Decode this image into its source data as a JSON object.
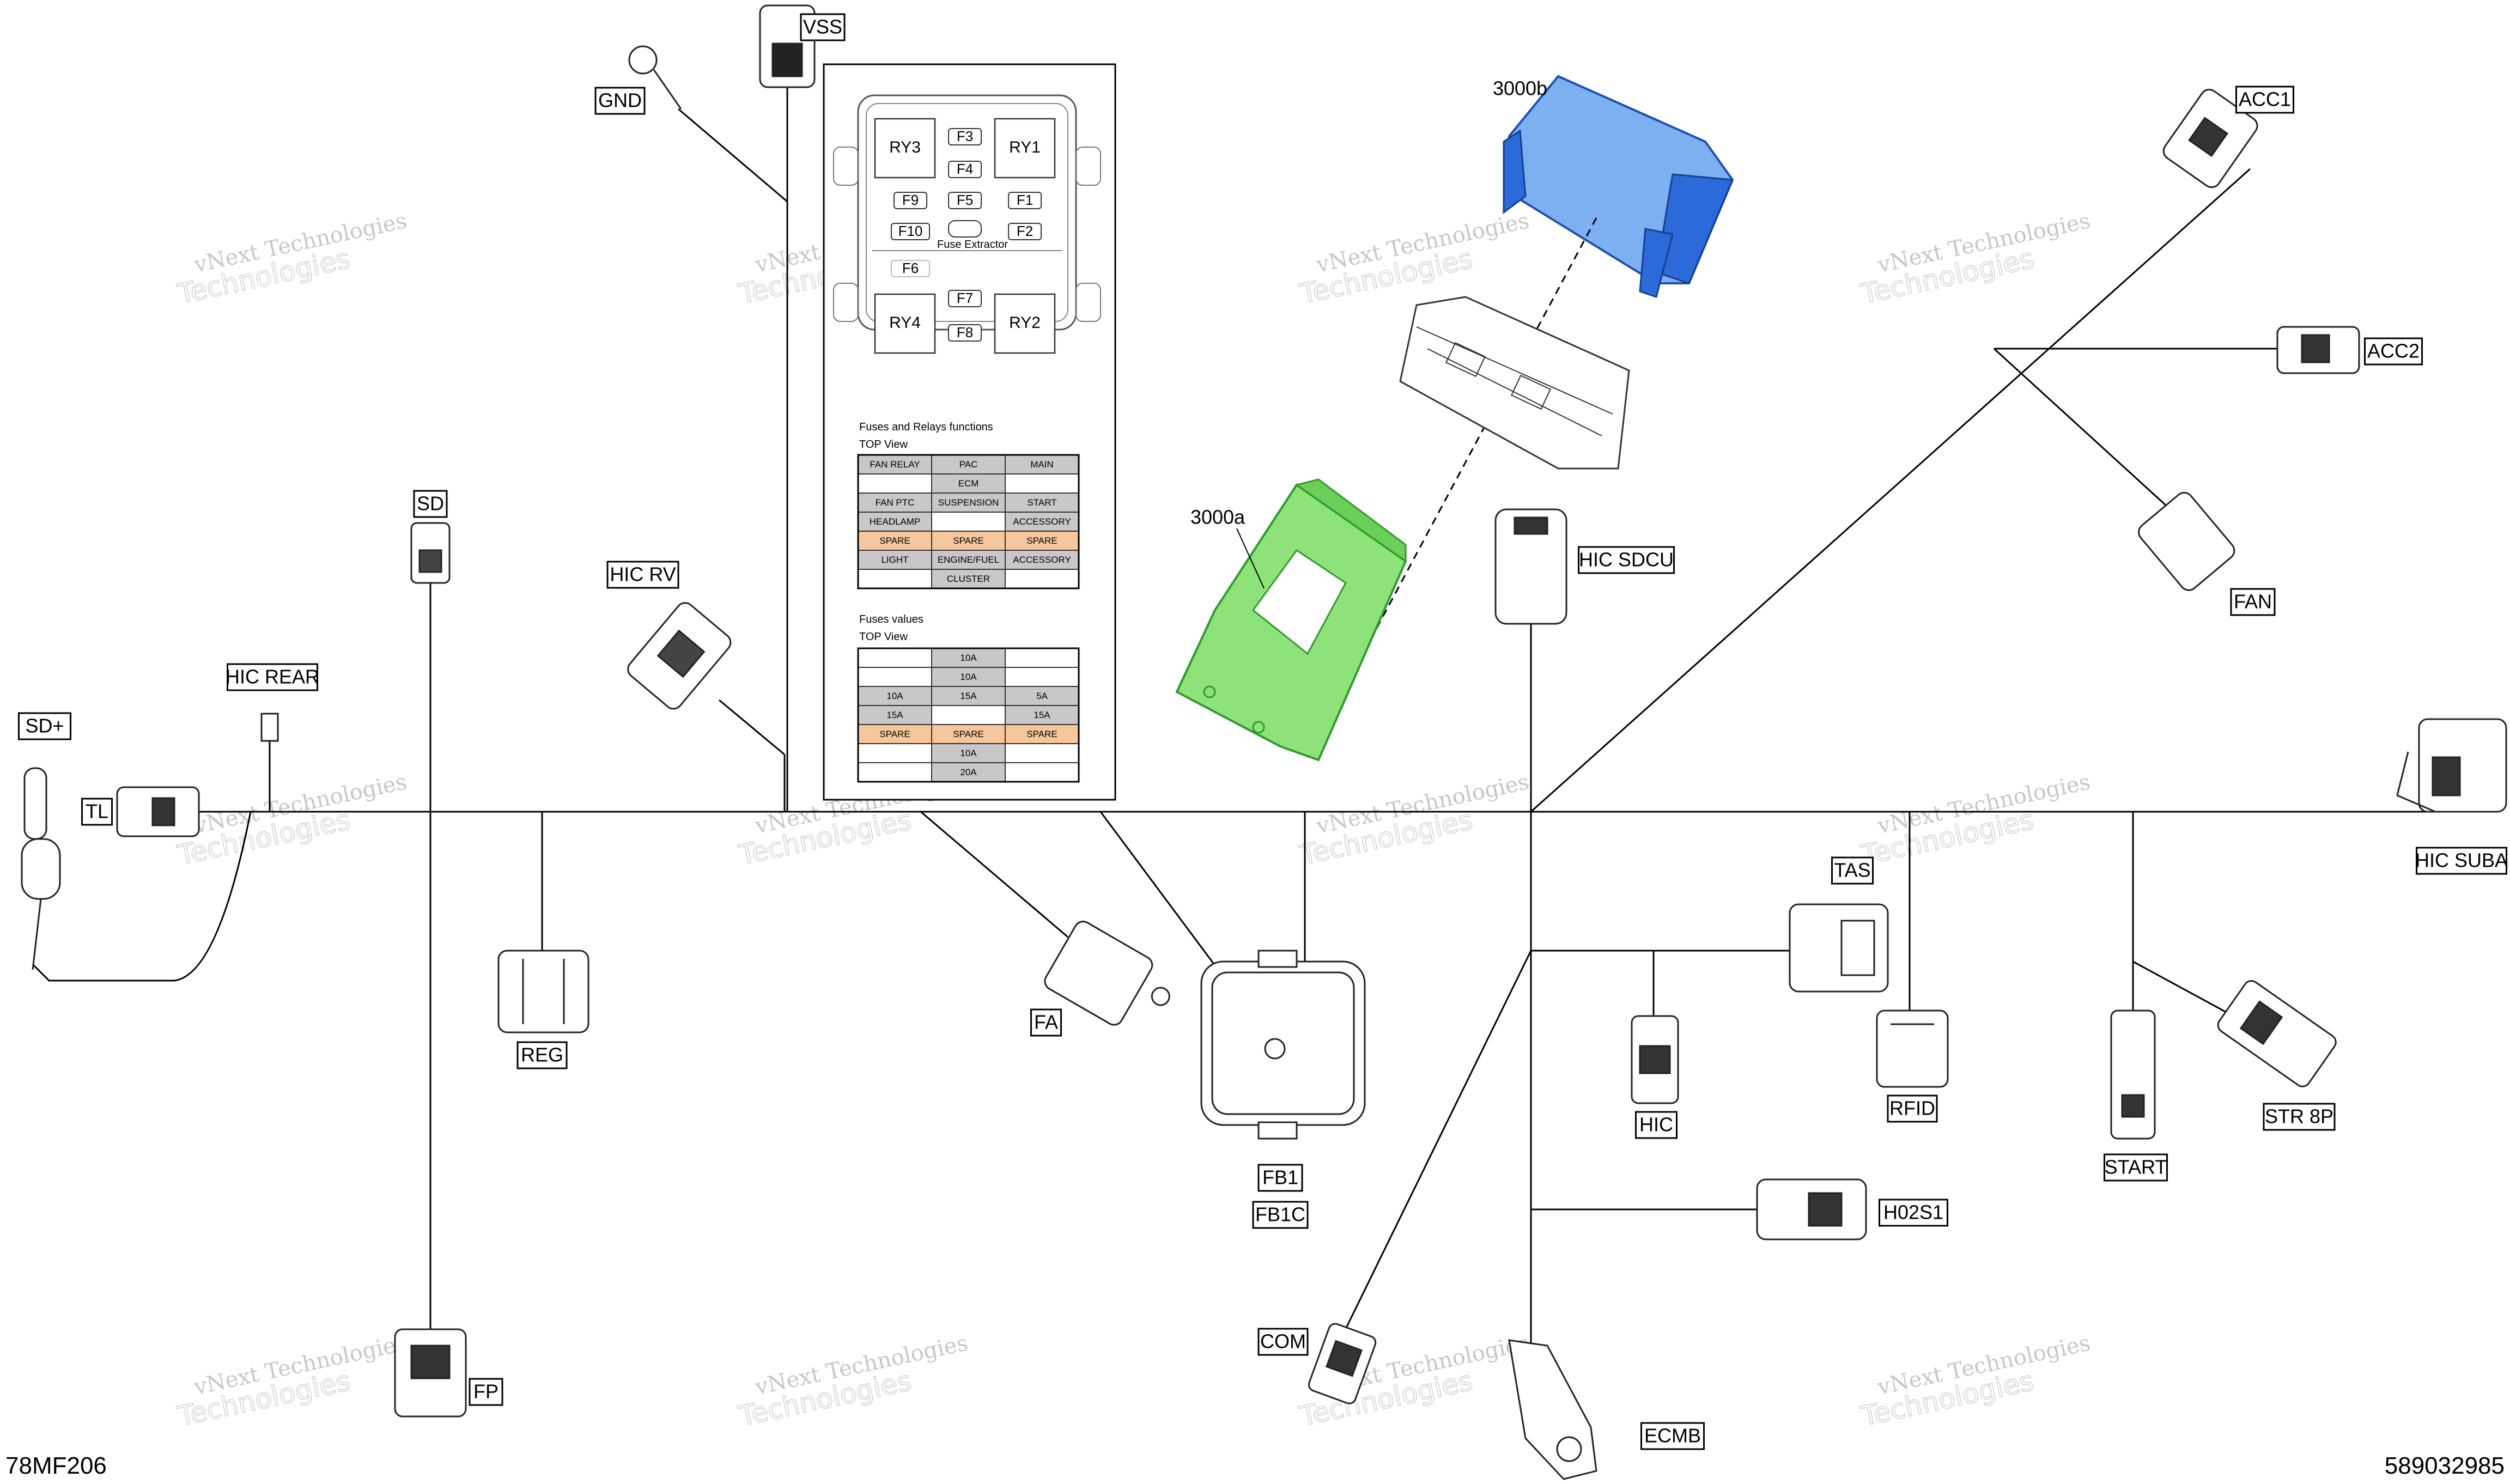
{
  "diagram": {
    "part_labels": {
      "vss": "VSS",
      "gnd": "GND",
      "sd": "SD",
      "hic_rv": "HIC  RV",
      "hic_rear": "HIC  REAR",
      "sd_plus": "SD+",
      "tl": "TL",
      "reg": "REG",
      "fa": "FA",
      "fb1": "FB1",
      "fb1c": "FB1C",
      "fp": "FP",
      "com": "COM",
      "ecmb": "ECMB",
      "hic": "HIC",
      "rfid": "RFID",
      "tas": "TAS",
      "h02s1": "H02S1",
      "start": "START",
      "str8p": "STR 8P",
      "hic_suba": "HIC SUBA",
      "fan": "FAN",
      "acc1": "ACC1",
      "acc2": "ACC2",
      "hic_sdcu": "HIC  SDCU",
      "callout_3000b": "3000b",
      "callout_3000a": "3000a"
    },
    "fuse_box": {
      "relays": [
        "RY3",
        "RY1",
        "RY4",
        "RY2"
      ],
      "fuses": [
        "F3",
        "F4",
        "F9",
        "F5",
        "F1",
        "F10",
        "F2",
        "F7",
        "F8",
        "F6"
      ],
      "extractor_label": "Fuse Extractor",
      "functions_title": "Fuses and Relays functions",
      "functions_subtitle": "TOP View",
      "functions_rows": [
        [
          "FAN RELAY",
          "PAC",
          "MAIN"
        ],
        [
          "",
          "ECM",
          ""
        ],
        [
          "FAN PTC",
          "SUSPENSION",
          "START"
        ],
        [
          "HEADLAMP",
          "",
          "ACCESSORY"
        ],
        [
          "SPARE",
          "SPARE",
          "SPARE"
        ],
        [
          "LIGHT",
          "ENGINE/FUEL",
          "ACCESSORY"
        ],
        [
          "",
          "CLUSTER",
          ""
        ]
      ],
      "values_title": "Fuses values",
      "values_subtitle": "TOP View",
      "values_rows": [
        [
          "",
          "10A",
          ""
        ],
        [
          "",
          "10A",
          ""
        ],
        [
          "10A",
          "15A",
          "5A"
        ],
        [
          "15A",
          "",
          "15A"
        ],
        [
          "SPARE",
          "SPARE",
          "SPARE"
        ],
        [
          "",
          "10A",
          ""
        ],
        [
          "",
          "20A",
          ""
        ]
      ]
    },
    "watermark": {
      "line1": "vNext Technologies",
      "line2": "Technologies"
    },
    "footer": {
      "left_code": "78MF206",
      "right_code": "589032985"
    },
    "colors": {
      "ecm_blue": "#7db0f0",
      "ecm_blue_dark": "#1e5fd6",
      "bracket_green": "#8ee27a",
      "spare_orange": "#f6c79c",
      "cell_grey": "#c8c8c8"
    }
  }
}
